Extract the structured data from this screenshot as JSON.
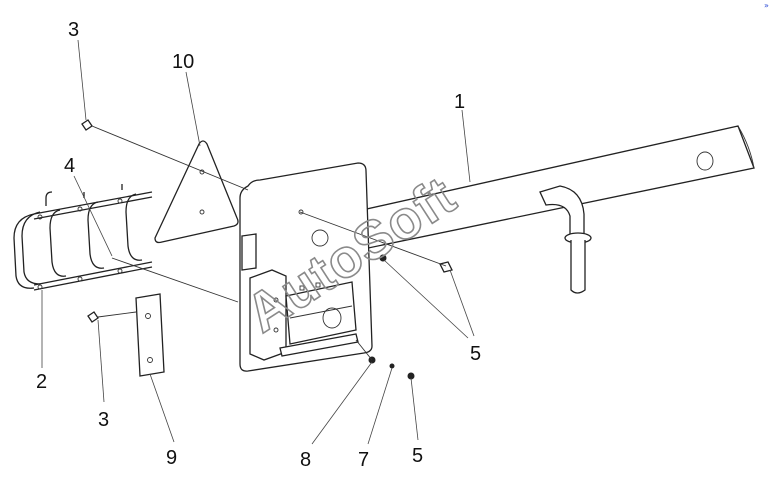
{
  "watermark": "AutoSoft",
  "corner_mark": "»",
  "callouts": {
    "c1": "1",
    "c2": "2",
    "c3_top": "3",
    "c3_bottom": "3",
    "c4": "4",
    "c5_right": "5",
    "c5_bottom": "5",
    "c7": "7",
    "c8": "8",
    "c9": "9",
    "c10": "10"
  },
  "colors": {
    "line": "#222222",
    "watermark": "#8a8a8a",
    "background": "#ffffff"
  }
}
